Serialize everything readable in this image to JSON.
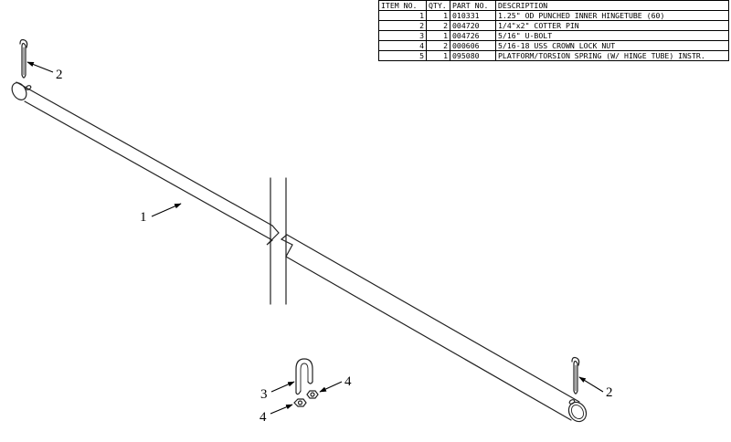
{
  "parts_table": {
    "headers": [
      "ITEM NO.",
      "QTY.",
      "PART NO.",
      "DESCRIPTION"
    ],
    "rows": [
      {
        "item": "1",
        "qty": "1",
        "part": "010331",
        "desc": "1.25\" OD PUNCHED INNER HINGETUBE (60)"
      },
      {
        "item": "2",
        "qty": "2",
        "part": "004720",
        "desc": "1/4\"x2\" COTTER PIN"
      },
      {
        "item": "3",
        "qty": "1",
        "part": "004726",
        "desc": "5/16\" U-BOLT"
      },
      {
        "item": "4",
        "qty": "2",
        "part": "000606",
        "desc": "5/16-18 USS CROWN LOCK NUT"
      },
      {
        "item": "5",
        "qty": "1",
        "part": "095080",
        "desc": "PLATFORM/TORSION SPRING (W/ HINGE TUBE) INSTR."
      }
    ]
  },
  "callouts": {
    "tube": "1",
    "cotter_pin_left": "2",
    "cotter_pin_right": "2",
    "u_bolt": "3",
    "nut_lower": "4",
    "nut_right": "4"
  }
}
